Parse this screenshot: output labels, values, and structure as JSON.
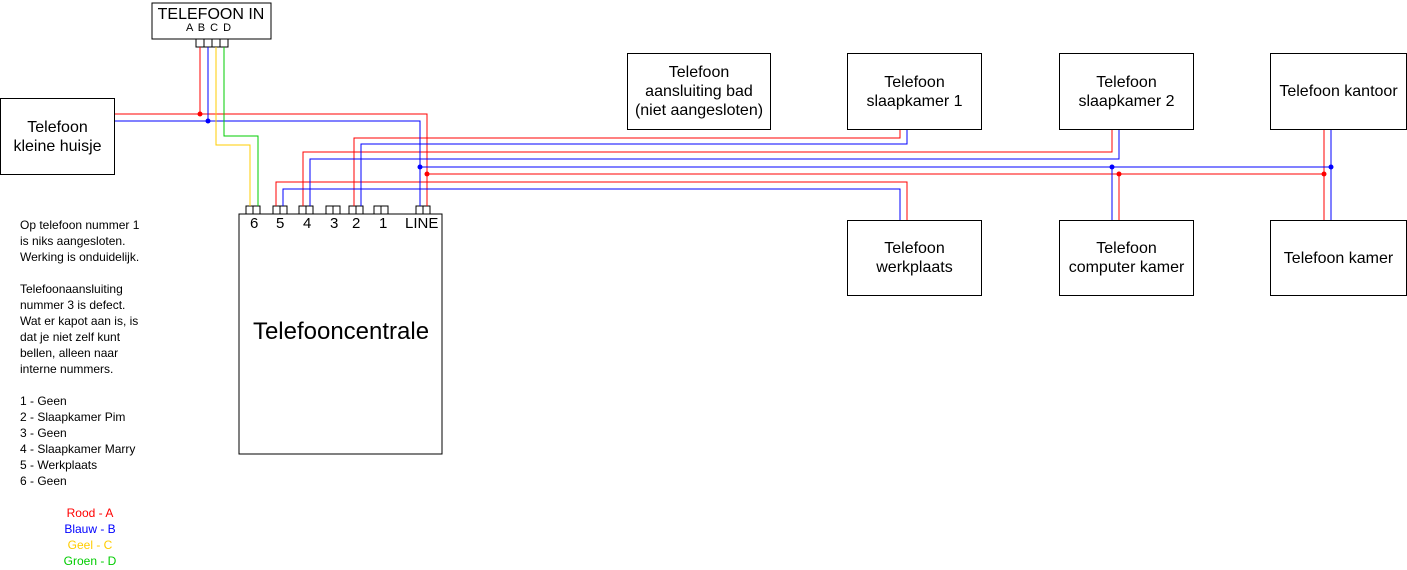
{
  "telefoon_in": {
    "title": "TELEFOON IN",
    "letters": "A B C D"
  },
  "boxes": {
    "kleine_huisje": "Telefoon\nkleine huisje",
    "aansluiting_bad": "Telefoon\naansluiting bad\n(niet aangesloten)",
    "slaapkamer1": "Telefoon\nslaapkamer 1",
    "slaapkamer2": "Telefoon\nslaapkamer 2",
    "kantoor": "Telefoon kantoor",
    "werkplaats": "Telefoon\nwerkplaats",
    "computer_kamer": "Telefoon\ncomputer kamer",
    "kamer": "Telefoon kamer"
  },
  "centrale": {
    "title": "Telefooncentrale",
    "ports": [
      "6",
      "5",
      "4",
      "3",
      "2",
      "1",
      "LINE"
    ]
  },
  "notes": {
    "note1": [
      "Op telefoon nummer 1",
      "is niks aangesloten.",
      "Werking is onduidelijk."
    ],
    "note2": [
      "Telefoonaansluiting",
      "nummer 3 is defect.",
      "Wat er kapot aan is, is",
      "dat je niet zelf kunt",
      "bellen, alleen naar",
      "interne nummers."
    ],
    "mapping": [
      "1 - Geen",
      "2 - Slaapkamer Pim",
      "3 - Geen",
      "4 - Slaapkamer Marry",
      "5 - Werkplaats",
      "6 - Geen"
    ]
  },
  "legend": [
    {
      "text": "Rood - A",
      "color": "#ff0000"
    },
    {
      "text": "Blauw - B",
      "color": "#0000ff"
    },
    {
      "text": "Geel - C",
      "color": "#ffcc00"
    },
    {
      "text": "Groen - D",
      "color": "#00cc00"
    }
  ],
  "colors": {
    "red": "#ff0000",
    "blue": "#0000ff",
    "yellow": "#ffcc00",
    "green": "#00cc00"
  }
}
